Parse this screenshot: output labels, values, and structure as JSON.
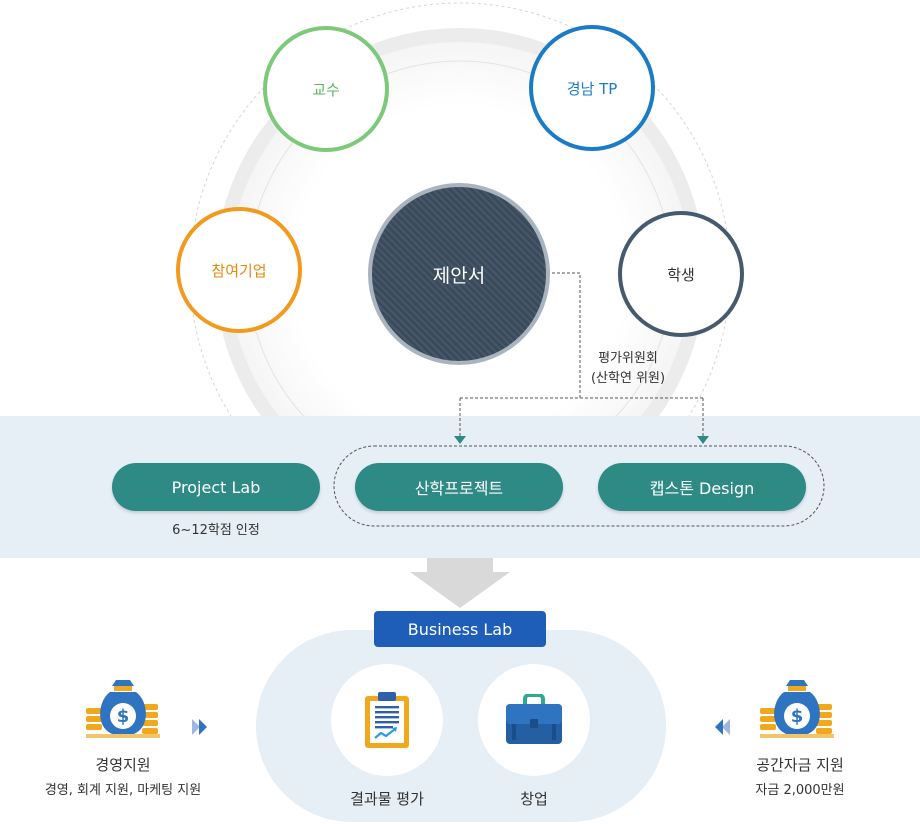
{
  "colors": {
    "professor": "#7cc97a",
    "gyeongnam_tp": "#1a7cc7",
    "company": "#f29a1e",
    "student": "#465a6e",
    "proposal": "#3b4b5c",
    "pill": "#2d8a85",
    "business_lab": "#1f5eb8",
    "band": "#e6eef6"
  },
  "diagram": {
    "nodes": {
      "professor": "교수",
      "gyeongnam_tp": "경남 TP",
      "company": "참여기업",
      "student": "학생",
      "proposal": "제안서"
    },
    "committee_line1": "평가위원회",
    "committee_line2": "(산학연 위원)",
    "labs": {
      "project_lab": "Project Lab",
      "project_lab_note": "6~12학점 인정",
      "industry_project": "산학프로젝트",
      "capstone": "캡스톤 Design"
    },
    "business_lab": {
      "title": "Business Lab",
      "evaluation": "결과물 평가",
      "startup": "창업"
    },
    "support_left": {
      "title": "경영지원",
      "detail": "경영, 회계 지원, 마케팅 지원"
    },
    "support_right": {
      "title": "공간자금 지원",
      "detail": "자금 2,000만원"
    }
  }
}
